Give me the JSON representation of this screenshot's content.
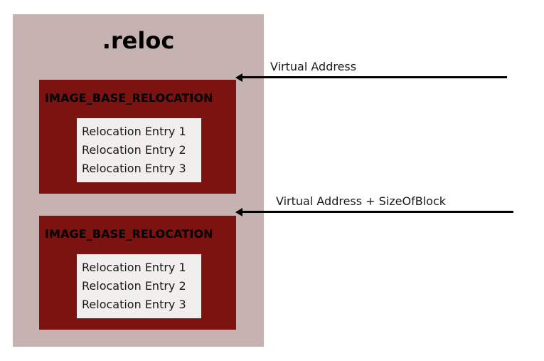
{
  "diagram": {
    "title": ".reloc",
    "colors": {
      "section_background": "#c6b3b1",
      "block_background": "#7b1310",
      "entry_background": "#f0efed",
      "text": "#000000",
      "arrow": "#000000",
      "canvas": "#ffffff"
    },
    "blocks": [
      {
        "title": "IMAGE_BASE_RELOCATION",
        "entries": [
          "Relocation Entry 1",
          "Relocation Entry 2",
          "Relocation Entry 3"
        ]
      },
      {
        "title": "IMAGE_BASE_RELOCATION",
        "entries": [
          "Relocation Entry 1",
          "Relocation Entry 2",
          "Relocation Entry 3"
        ]
      }
    ],
    "annotations": [
      {
        "label": "Virtual Address"
      },
      {
        "label": "Virtual Address + SizeOfBlock"
      }
    ]
  }
}
